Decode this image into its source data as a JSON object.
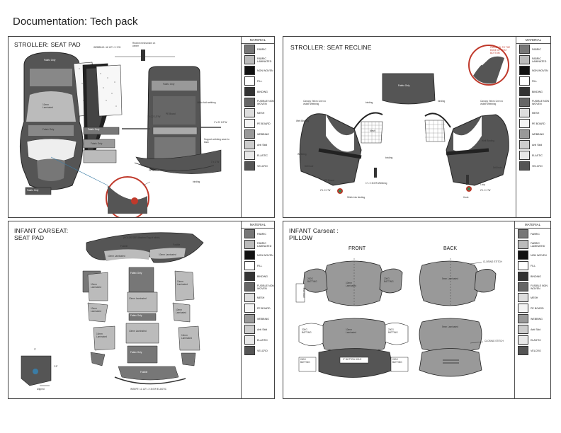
{
  "doc_title": "Documentation: Tech pack",
  "legend_header": "MATERIAL",
  "legend_items": [
    {
      "label": "FABRIC",
      "fill": "#777777"
    },
    {
      "label": "FABRIC LAMINATED",
      "fill": "#bbbbbb"
    },
    {
      "label": "NON WOVEN",
      "fill": "#111111"
    },
    {
      "label": "FILL",
      "fill": "#ffffff"
    },
    {
      "label": "BINDING",
      "fill": "#333333"
    },
    {
      "label": "FUSIBLE NON WOVEN",
      "fill": "#666666"
    },
    {
      "label": "MESH",
      "fill": "#dddddd"
    },
    {
      "label": "PE BOARD",
      "fill": "#f4f4f4"
    },
    {
      "label": "WEBBING",
      "fill": "#999999"
    },
    {
      "label": "Anti Skid",
      "fill": "#cccccc"
    },
    {
      "label": "ELASTIC",
      "fill": "#e8e8e8"
    },
    {
      "label": "VELCRO",
      "fill": "#555555"
    }
  ],
  "panels": {
    "seat_pad": {
      "title": "STROLLER: SEAT PAD",
      "labels": {
        "webbing_top": "WEBBING: 44 1/2\"L X 1\"W",
        "recline": "Recline mechanism on center",
        "fabric_only_1": "Fabric Only",
        "fabric_only_2": "Fabric Only",
        "fabric_only_3": "Fabric Only",
        "fabric_only_4": "Fabric Only",
        "fabric_only_5": "Fabric Only",
        "laminated": "10mm Laminated",
        "fabric_only_6": "Fabric Only",
        "pe_board_1": "PE Board",
        "pe_board_2": "PE Board",
        "binding": "binding",
        "lift": "Lift to fold webbing",
        "support": "Support webbing sewn to back",
        "webbing_side": "1\"x 22 1/2\"W",
        "size_1": "1\"x 22 1/2\"W",
        "elastic": "1\"x 1\"W"
      }
    },
    "seat_recline": {
      "title": "STROLLER: SEAT RECLINE",
      "labels": {
        "parallel": "PARALLEL TO THE EDGE OF SEAT BOTTOM",
        "binding_1": "binding",
        "binding_2": "binding",
        "canopy_left": "Canopy Velcro Line no visible Webbing",
        "canopy_right": "Canopy Velcro Line no visible Webbing",
        "welt_left": "Welt Binding",
        "welt_right": "Welt Binding",
        "webbing": "Webbing",
        "fabric_only": "Fabric Only",
        "mesh": "Mesh",
        "drill_hole_1": "Drill hole",
        "drill_hole_2": "Drill hole",
        "pe_board": "PE Board",
        "loop": "Loop",
        "size_1": "2\"L X 1\"W",
        "size_2": "2\"L X 1\"W",
        "hook": "Hook",
        "stitch": "Stitch into binding",
        "binding_3": "binding",
        "webbing_2": "1\"L X 3/4\"W Webbing"
      }
    },
    "carseat_pad": {
      "title": "INFANT CARSEAT:\nSEAT PAD",
      "labels": {
        "top_note": "(HOLDS SEE Attached Tag of stitch)",
        "fusible_1": "Fusible",
        "fusible_2": "Fusible",
        "fusible_3": "Fusible",
        "lam_1": "10mm Laminated",
        "lam_2": "10mm Laminated",
        "lam_3": "10mm Laminated",
        "lam_4": "10mm Laminated",
        "lam_5": "10mm Laminated",
        "lam_6": "10mm Laminated",
        "lam_7": "10mm Laminated",
        "lam_8": "10mm Laminated",
        "lam_9": "10mm Laminated",
        "lam_10": "10mm Laminated",
        "fabric_1": "Fabric Only",
        "fabric_2": "Fabric Only",
        "fabric_3": "Fabric Only",
        "insert": "INSERT: 11 1/2\"L X 3/4\"W ELASTIC",
        "dim_1": "3\"",
        "dim_2": "2.5\"",
        "aligned": "Aligned"
      }
    },
    "pillow": {
      "title": "INFANT Carseat :\nPILLOW",
      "front": "FRONT",
      "back": "BACK",
      "labels": {
        "side_tab": "TRIANGLE",
        "lam_1": "10mm Laminated",
        "lam_2": "10mm Laminated",
        "lam_3": "5mm Laminated",
        "lam_4": "5mm Laminated",
        "bat_1": "200G BATTING",
        "bat_2": "200G BATTING",
        "bat_3": "200G BATTING",
        "bat_4": "200G BATTING",
        "bat_5": "200G BATTING",
        "bat_6": "200G BATTING",
        "button": "2\" BUTTON HOLE",
        "closing_1": "CLOSING STITCH",
        "closing_2": "CLOSING STITCH"
      }
    }
  }
}
